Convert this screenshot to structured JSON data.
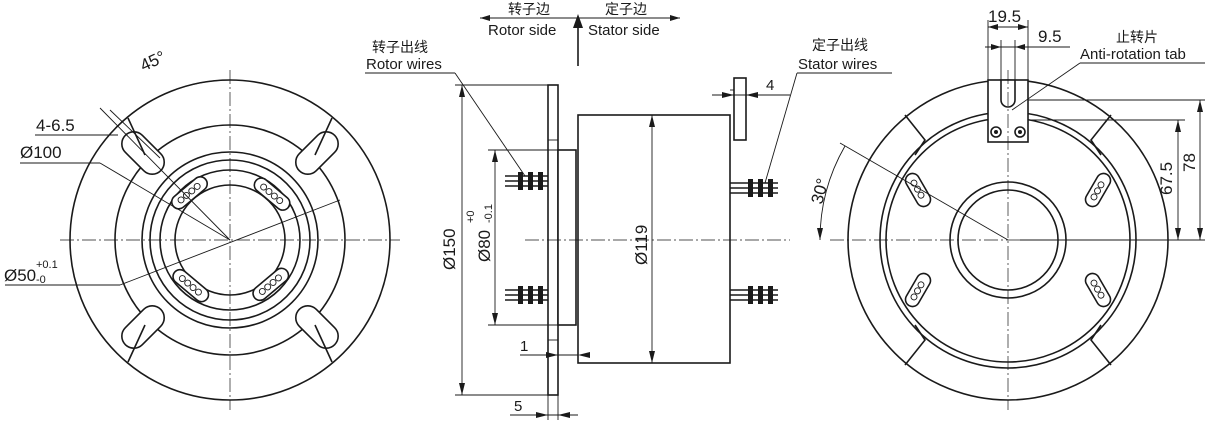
{
  "direction": {
    "rotor_side_cn": "转子边",
    "stator_side_cn": "定子边",
    "rotor_side_en": "Rotor side",
    "stator_side_en": "Stator side"
  },
  "labels": {
    "rotor_wires_cn": "转子出线",
    "rotor_wires_en": "Rotor wires",
    "stator_wires_cn": "定子出线",
    "stator_wires_en": "Stator wires",
    "anti_rotation_cn": "止转片",
    "anti_rotation_en": "Anti-rotation tab"
  },
  "dimensions": {
    "left": {
      "angle": "45°",
      "holes": "4-6.5",
      "dia_100": "Ø100",
      "dia_50": "Ø50",
      "dia_50_upper_tol": "+0.1",
      "dia_50_lower_tol": "-0"
    },
    "middle": {
      "dia_150": "Ø150",
      "dia_80": "Ø80",
      "dia_80_upper_tol": "+0",
      "dia_80_lower_tol": "-0.1",
      "dia_119": "Ø119",
      "tab_thickness": "4",
      "flange_step": "1",
      "flange_thickness": "5"
    },
    "right": {
      "tab_width": "19.5",
      "slot_width": "9.5",
      "height_67_5": "67.5",
      "height_78": "78",
      "angle": "30°"
    }
  }
}
